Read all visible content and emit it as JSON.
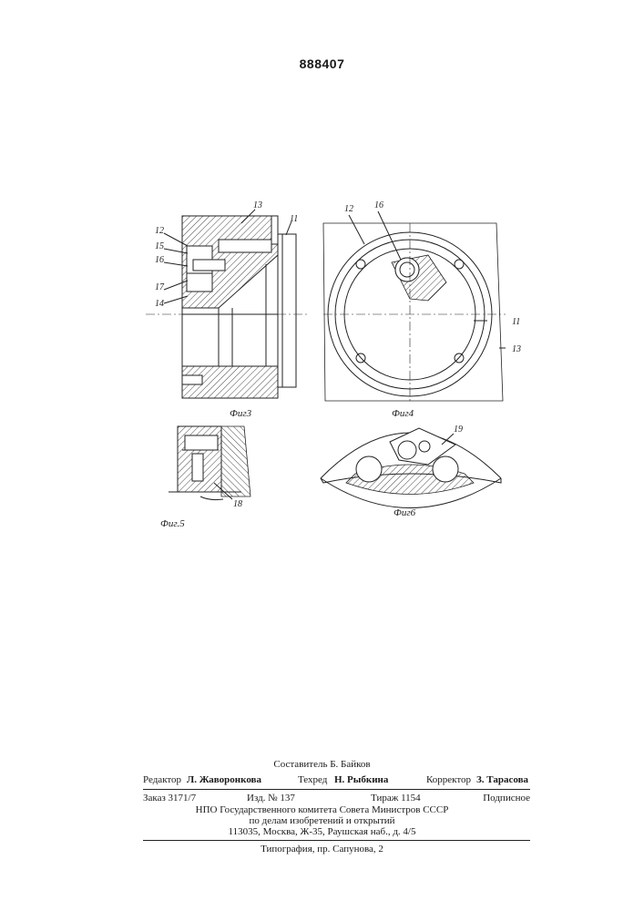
{
  "document": {
    "patent_number": "888407"
  },
  "figures": {
    "fig3": {
      "caption": "Фиг3",
      "callouts": [
        "13",
        "11",
        "12",
        "15",
        "16",
        "17",
        "14"
      ]
    },
    "fig4": {
      "caption": "Фиг4",
      "callouts": [
        "12",
        "16",
        "11",
        "13"
      ]
    },
    "fig5": {
      "caption": "Фиг.5",
      "callouts": [
        "18"
      ]
    },
    "fig6": {
      "caption": "Фиг6",
      "callouts": [
        "19"
      ]
    }
  },
  "imprint": {
    "compiler": "Составитель Б. Байков",
    "editor_label": "Редактор",
    "editor_name": "Л. Жаворонкова",
    "techred_label": "Техред",
    "techred_name": "Н. Рыбкина",
    "corrector_label": "Корректор",
    "corrector_name": "З. Тарасова",
    "order": "Заказ 3171/7",
    "edition": "Изд. № 137",
    "circulation": "Тираж 1154",
    "subscription": "Подписное",
    "org_line1": "НПО Государственного комитета Совета Министров СССР",
    "org_line2": "по делам изобретений и открытий",
    "address": "113035, Москва, Ж-35, Раушская наб., д. 4/5",
    "printing": "Типография, пр. Сапунова, 2"
  }
}
